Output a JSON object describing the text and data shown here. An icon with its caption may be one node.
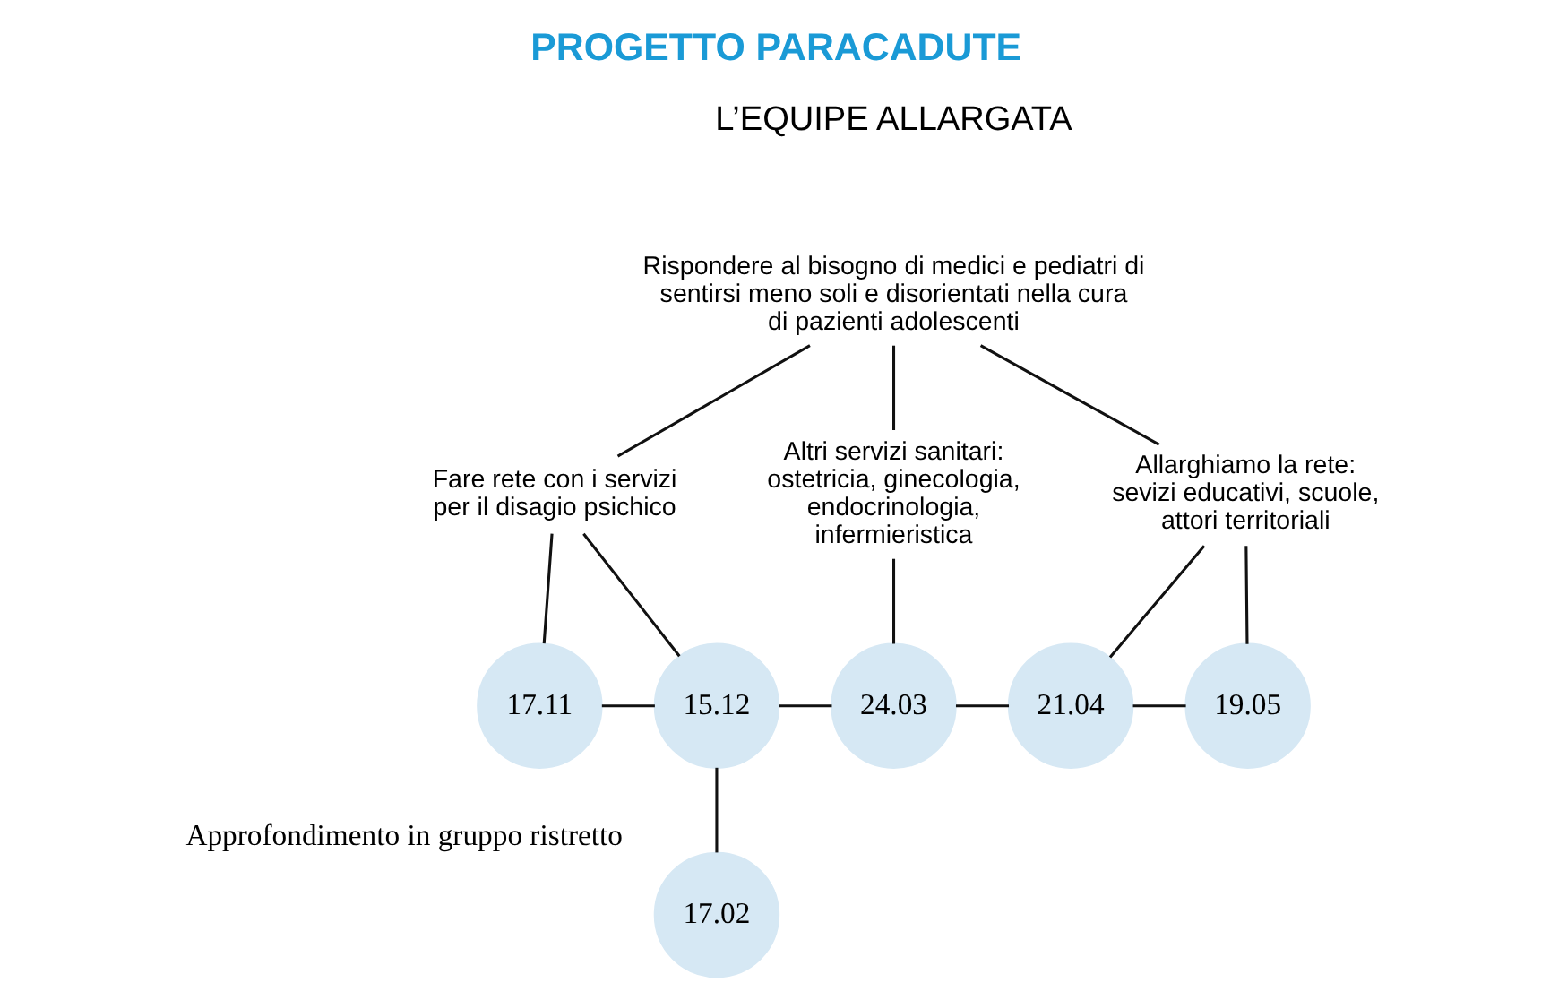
{
  "diagram": {
    "title": "PROGETTO PARACADUTE",
    "nodes": [
      {
        "text": [
          "Rispondere al bisogno di medici e pediatri di sentirsi meno soli e disorientati nella cura di pazienti adolescenti"
        ]
      },
      {
        "text": [
          "Fare rete con i servizi per il disagio psichico"
        ]
      },
      {
        "text": [
          "Altri servizi sanitari: ostetricia, ginecologia, endocrinologia, infermieristica"
        ]
      },
      {
        "text": [
          "Allarghiamo la rete: sevizi educativi, scuole, attori territoriali"
        ]
      },
      {
        "text": [
          "17.11"
        ]
      },
      {
        "text": [
          "15.12"
        ]
      },
      {
        "text": [
          "24.03"
        ]
      },
      {
        "text": [
          "21.04"
        ]
      },
      {
        "text": [
          "19.05"
        ]
      },
      {
        "text": [
          "17.02"
        ],
        "beside": [
          "Approfondimento in gruppo ristretto"
        ]
      }
    ],
    "edges": [
      {
        "from": 0,
        "to": 1,
        "arrow": "none"
      },
      {
        "from": 0,
        "to": 2,
        "arrow": "none"
      },
      {
        "from": 0,
        "to": 3,
        "arrow": "none"
      },
      {
        "from": 1,
        "to": 4,
        "arrow": "none"
      },
      {
        "from": 1,
        "to": 5,
        "arrow": "none"
      },
      {
        "from": 2,
        "to": 6,
        "arrow": "none"
      },
      {
        "from": 3,
        "to": 7,
        "arrow": "none"
      },
      {
        "from": 3,
        "to": 8,
        "arrow": "none"
      },
      {
        "from": 4,
        "to": 5,
        "arrow": "none"
      },
      {
        "from": 5,
        "to": 6,
        "arrow": "none"
      },
      {
        "from": 6,
        "to": 7,
        "arrow": "none"
      },
      {
        "from": 7,
        "to": 8,
        "arrow": "none"
      },
      {
        "from": 5,
        "to": 9,
        "arrow": "none"
      }
    ],
    "labels": [
      "L’EQUIPE ALLARGATA"
    ]
  }
}
